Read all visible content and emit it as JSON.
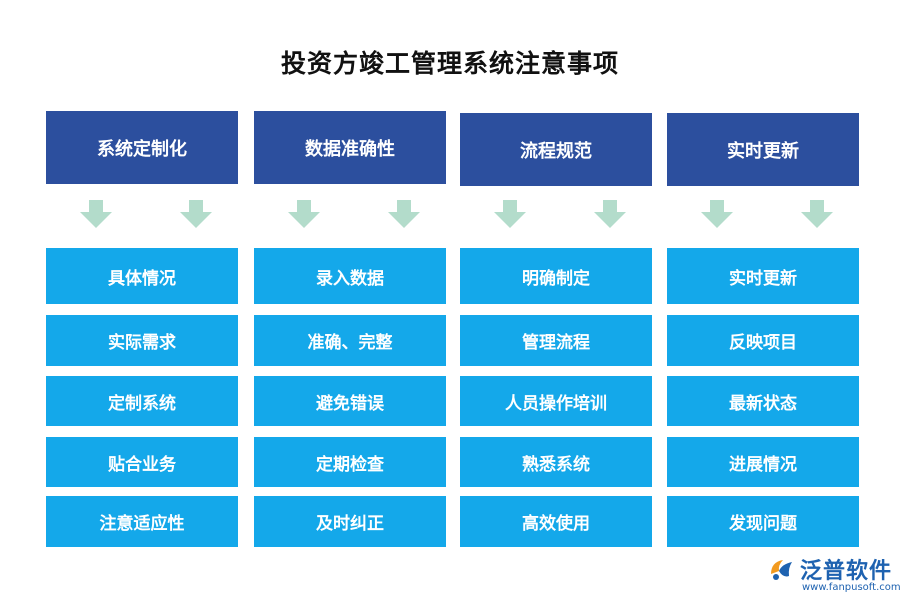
{
  "title": "投资方竣工管理系统注意事项",
  "columns": [
    {
      "header": "系统定制化",
      "items": [
        "具体情况",
        "实际需求",
        "定制系统",
        "贴合业务",
        "注意适应性"
      ]
    },
    {
      "header": "数据准确性",
      "items": [
        "录入数据",
        "准确、完整",
        "避免错误",
        "定期检查",
        "及时纠正"
      ]
    },
    {
      "header": "流程规范",
      "items": [
        "明确制定",
        "管理流程",
        "人员操作培训",
        "熟悉系统",
        "高效使用"
      ]
    },
    {
      "header": "实时更新",
      "items": [
        "实时更新",
        "反映项目",
        "最新状态",
        "进展情况",
        "发现问题"
      ]
    }
  ],
  "logo": {
    "brand": "泛普软件",
    "url": "www.fanpusoft.com"
  },
  "colors": {
    "header_bg": "#2c4f9e",
    "item_bg": "#14a8ea",
    "arrow": "#b3dccb",
    "logo": "#1e62b0"
  },
  "icons": [
    "down-arrow-icon",
    "fanpu-logo-icon"
  ]
}
